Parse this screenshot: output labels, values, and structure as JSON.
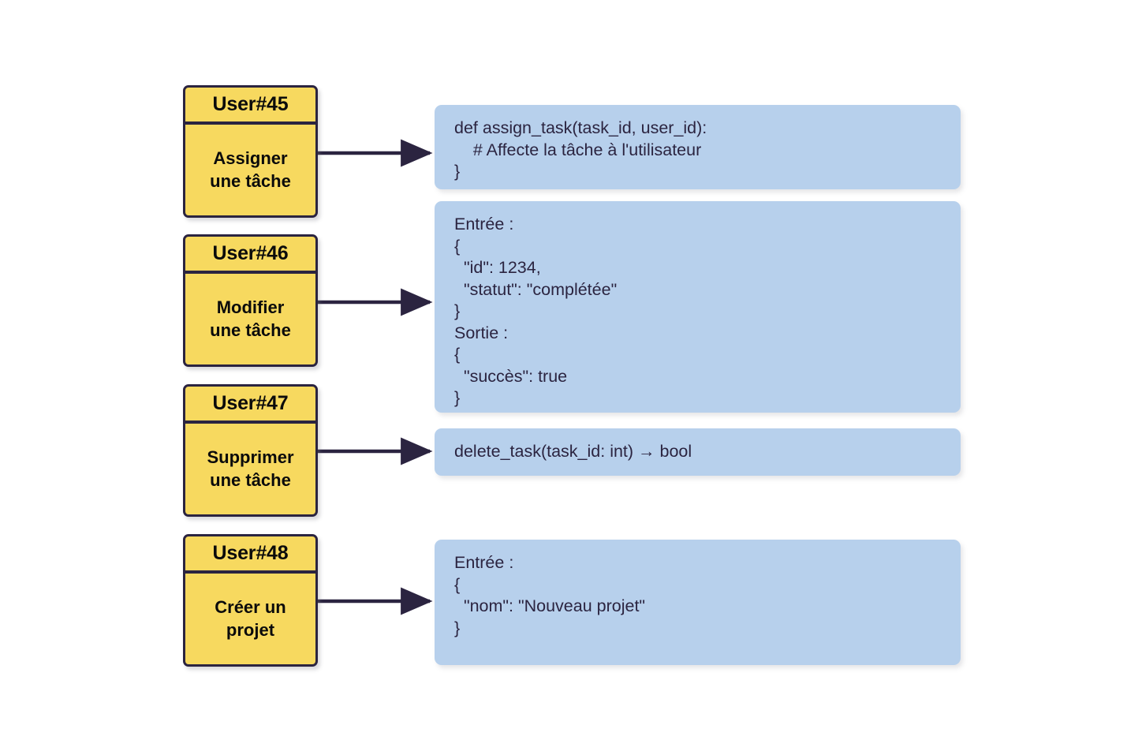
{
  "meta": {
    "background_color": "#ffffff",
    "node_fill": "#F7D95F",
    "node_stroke": "#2B2440",
    "panel_fill": "#B7D0EC",
    "text_color": "#2B2440",
    "arrow_color": "#2B2440"
  },
  "nodes": [
    {
      "id": "user-45",
      "header": "User#45",
      "body_line_1": "Assigner",
      "body_line_2": "une tâche"
    },
    {
      "id": "user-46",
      "header": "User#46",
      "body_line_1": "Modifier",
      "body_line_2": "une tâche"
    },
    {
      "id": "user-47",
      "header": "User#47",
      "body_line_1": "Supprimer",
      "body_line_2": "une tâche"
    },
    {
      "id": "user-48",
      "header": "User#48",
      "body_line_1": "Créer un",
      "body_line_2": "projet"
    }
  ],
  "panels": [
    {
      "id": "panel-assign",
      "text": "def assign_task(task_id, user_id):\n    # Affecte la tâche à l'utilisateur\n}"
    },
    {
      "id": "panel-modify",
      "text": "Entrée :\n{\n  \"id\": 1234,\n  \"statut\": \"complétée\"\n}\nSortie :\n{\n  \"succès\": true\n}"
    },
    {
      "id": "panel-delete",
      "text": "delete_task(task_id: int) → bool"
    },
    {
      "id": "panel-create",
      "text": "Entrée :\n{\n  \"nom\": \"Nouveau projet\"\n}"
    }
  ],
  "connectors": [
    {
      "id": "arrow-user45-to-assign",
      "from": "user-45",
      "to": "panel-assign"
    },
    {
      "id": "arrow-user46-to-modify",
      "from": "user-46",
      "to": "panel-modify"
    },
    {
      "id": "arrow-user47-to-delete",
      "from": "user-47",
      "to": "panel-delete"
    },
    {
      "id": "arrow-user48-to-create",
      "from": "user-48",
      "to": "panel-create"
    }
  ]
}
